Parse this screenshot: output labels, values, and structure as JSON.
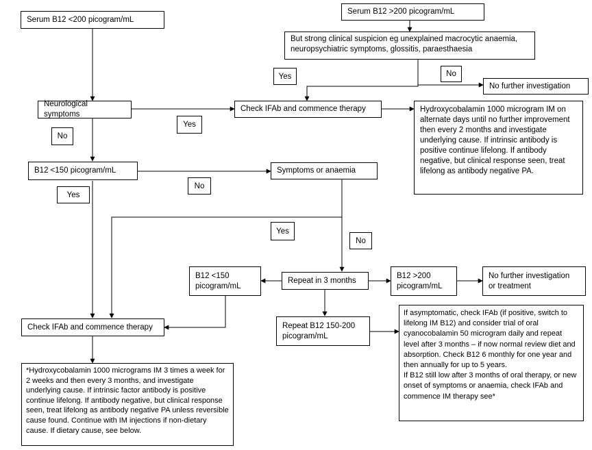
{
  "boxes": {
    "serum_low": "Serum B12 <200 picogram/mL",
    "serum_high": "Serum B12 >200 picogram/mL",
    "suspicion": "But strong clinical suspicion eg unexplained macrocytic anaemia,\nneuropsychiatric symptoms, glossitis, paraesthaesia",
    "no_further_1": "No further investigation",
    "neuro": "Neurological symptoms",
    "check_ifab_1": "Check IFAb and commence therapy",
    "hydroxy_1": "Hydroxycobalamin 1000 microgram IM on alternate days until no further improvement then every 2 months and investigate underlying cause. If intrinsic antibody is positive continue lifelong. If antibody negative, but clinical response seen, treat lifelong as antibody negative PA.",
    "b12_lt150": "B12 <150 picogram/mL",
    "symptoms_anaemia": "Symptoms or anaemia",
    "b12_lt150_b": "B12 <150\npicogram/mL",
    "repeat_3m": "Repeat in 3 months",
    "b12_gt200": "B12 >200\npicogram/mL",
    "no_further_2": "No further investigation\nor treatment",
    "check_ifab_2": "Check IFAb and commence therapy",
    "repeat_150_200": "Repeat B12 150-200\npicogram/mL",
    "asymptomatic": "If asymptomatic, check IFAb (if positive, switch to lifelong IM B12) and consider trial of oral cyanocobalamin 50 microgram daily and repeat level after 3 months – if now normal review diet and absorption. Check B12 6 monthly for one year and then annually for up to 5 years.\nIf B12 still low after 3 months of oral therapy, or new onset of symptoms or anaemia, check IFAb and commence IM therapy see*",
    "hydroxy_2": "*Hydroxycobalamin 1000 micrograms IM 3 times a week for 2 weeks and then every 3 months, and investigate underlying cause. If intrinsic factor antibody is positive continue lifelong. If antibody negative, but clinical response seen, treat lifelong as antibody negative PA unless reversible cause found. Continue with IM injections if non-dietary cause. If dietary cause, see below."
  },
  "labels": {
    "yes_suspicion": "Yes",
    "no_suspicion": "No",
    "yes_neuro": "Yes",
    "no_neuro": "No",
    "no_b12": "No",
    "yes_b12": "Yes",
    "yes_symptoms": "Yes",
    "no_symptoms": "No"
  }
}
